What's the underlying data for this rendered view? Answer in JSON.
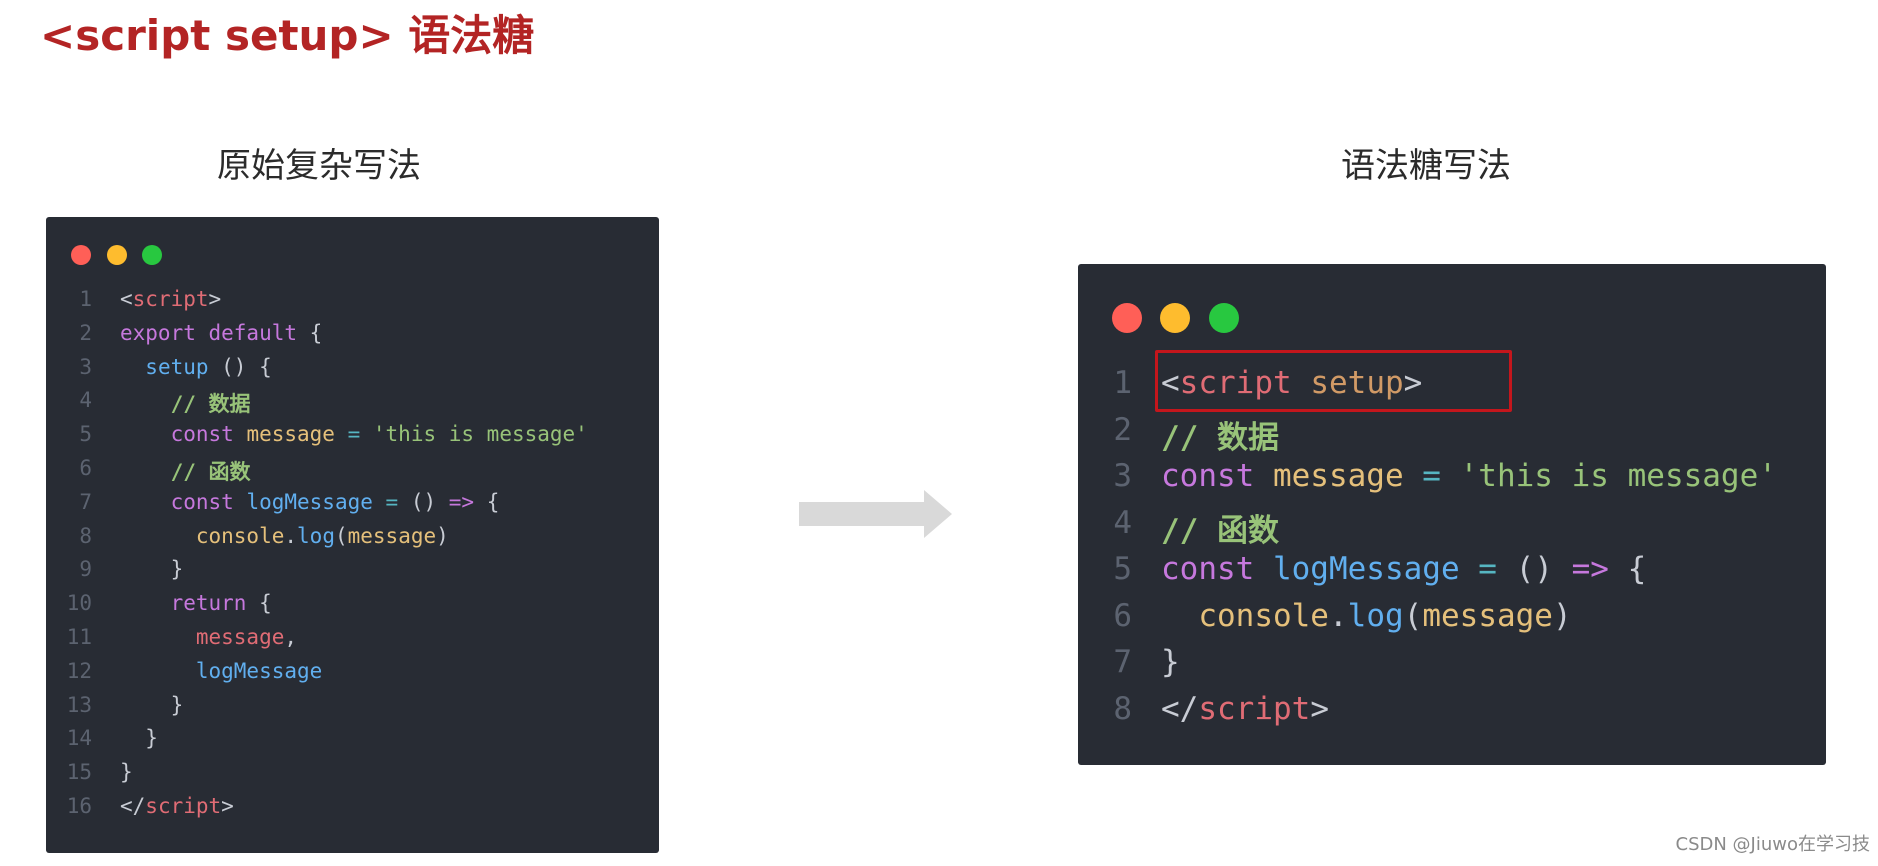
{
  "title": "<script setup> 语法糖",
  "left_panel": {
    "heading": "原始复杂写法",
    "lines": [
      [
        [
          "c-punc",
          "<"
        ],
        [
          "c-tag",
          "script"
        ],
        [
          "c-punc",
          ">"
        ]
      ],
      [
        [
          "c-kw",
          "export default "
        ],
        [
          "c-punc",
          "{"
        ]
      ],
      [
        [
          "c-punc",
          "  "
        ],
        [
          "c-fn",
          "setup"
        ],
        [
          "c-punc",
          " () {"
        ]
      ],
      [
        [
          "c-punc",
          "    "
        ],
        [
          "c-cmt",
          "// 数据"
        ]
      ],
      [
        [
          "c-punc",
          "    "
        ],
        [
          "c-kw",
          "const "
        ],
        [
          "c-var",
          "message"
        ],
        [
          "c-op",
          " = "
        ],
        [
          "c-str",
          "'this is message'"
        ]
      ],
      [
        [
          "c-punc",
          "    "
        ],
        [
          "c-cmt",
          "// 函数"
        ]
      ],
      [
        [
          "c-punc",
          "    "
        ],
        [
          "c-kw",
          "const "
        ],
        [
          "c-fn",
          "logMessage"
        ],
        [
          "c-op",
          " = "
        ],
        [
          "c-punc",
          "() "
        ],
        [
          "c-kw",
          "=>"
        ],
        [
          "c-punc",
          " {"
        ]
      ],
      [
        [
          "c-punc",
          "      "
        ],
        [
          "c-var",
          "console"
        ],
        [
          "c-punc",
          "."
        ],
        [
          "c-fn",
          "log"
        ],
        [
          "c-punc",
          "("
        ],
        [
          "c-var",
          "message"
        ],
        [
          "c-punc",
          ")"
        ]
      ],
      [
        [
          "c-punc",
          "    }"
        ]
      ],
      [
        [
          "c-punc",
          "    "
        ],
        [
          "c-kw",
          "return "
        ],
        [
          "c-punc",
          "{"
        ]
      ],
      [
        [
          "c-punc",
          "      "
        ],
        [
          "c-prop",
          "message"
        ],
        [
          "c-punc",
          ","
        ]
      ],
      [
        [
          "c-punc",
          "      "
        ],
        [
          "c-fn",
          "logMessage"
        ]
      ],
      [
        [
          "c-punc",
          "    }"
        ]
      ],
      [
        [
          "c-punc",
          "  }"
        ]
      ],
      [
        [
          "c-punc",
          "}"
        ]
      ],
      [
        [
          "c-punc",
          "</"
        ],
        [
          "c-tag",
          "script"
        ],
        [
          "c-punc",
          ">"
        ]
      ]
    ]
  },
  "right_panel": {
    "heading": "语法糖写法",
    "lines": [
      [
        [
          "c-punc",
          "<"
        ],
        [
          "c-tag",
          "script "
        ],
        [
          "c-attr",
          "setup"
        ],
        [
          "c-punc",
          ">"
        ]
      ],
      [
        [
          "c-cmt",
          "// 数据"
        ]
      ],
      [
        [
          "c-kw",
          "const "
        ],
        [
          "c-var",
          "message"
        ],
        [
          "c-op",
          " = "
        ],
        [
          "c-str",
          "'this is message'"
        ]
      ],
      [
        [
          "c-cmt",
          "// 函数"
        ]
      ],
      [
        [
          "c-kw",
          "const "
        ],
        [
          "c-fn",
          "logMessage"
        ],
        [
          "c-op",
          " = "
        ],
        [
          "c-punc",
          "() "
        ],
        [
          "c-kw",
          "=>"
        ],
        [
          "c-punc",
          " {"
        ]
      ],
      [
        [
          "c-punc",
          "  "
        ],
        [
          "c-var",
          "console"
        ],
        [
          "c-punc",
          "."
        ],
        [
          "c-fn",
          "log"
        ],
        [
          "c-punc",
          "("
        ],
        [
          "c-var",
          "message"
        ],
        [
          "c-punc",
          ")"
        ]
      ],
      [
        [
          "c-punc",
          "}"
        ]
      ],
      [
        [
          "c-punc",
          "</"
        ],
        [
          "c-tag",
          "script"
        ],
        [
          "c-punc",
          ">"
        ]
      ]
    ]
  },
  "window_dots": [
    "#ff5f57",
    "#febc2e",
    "#28c840"
  ],
  "arrow_color": "#d9d9d9",
  "highlight_color": "#c4161c",
  "watermark": "CSDN @Jiuwo在学习技"
}
